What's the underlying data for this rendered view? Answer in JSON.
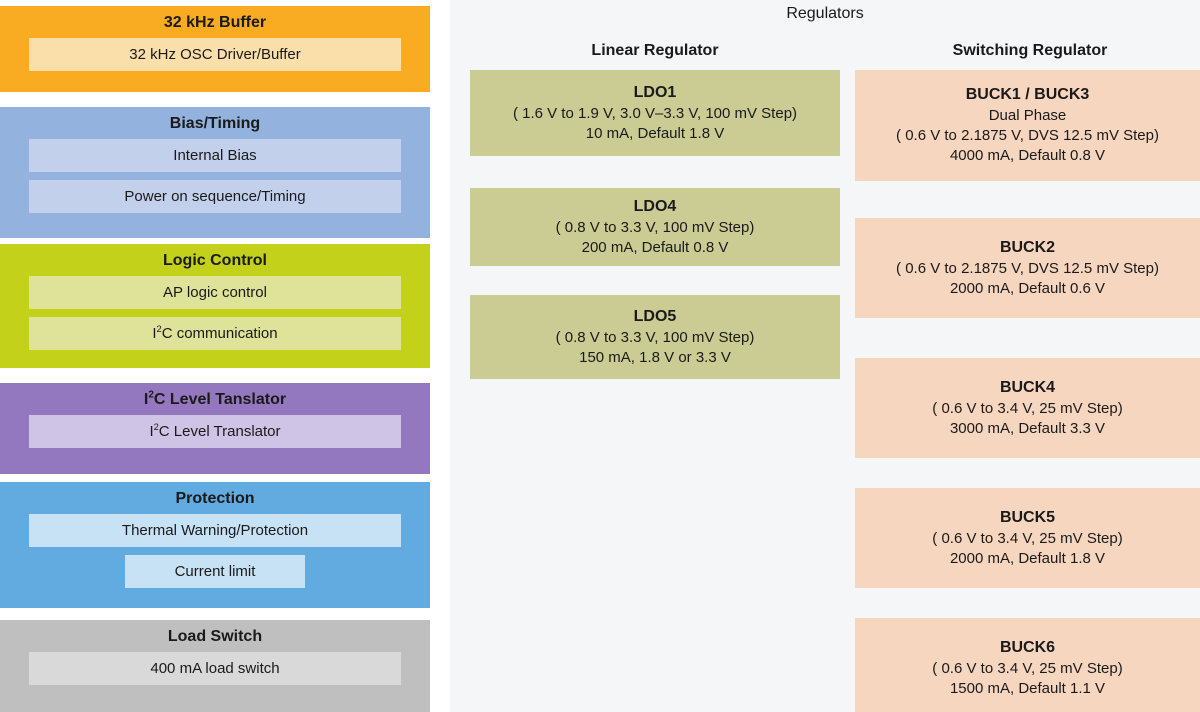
{
  "left_panel": {
    "blocks": [
      {
        "title": "32 kHz Buffer",
        "color": "#f9ac21",
        "items": [
          {
            "label": "32 kHz OSC Driver/Buffer",
            "color": "#fbdfab"
          }
        ]
      },
      {
        "title": "Bias/Timing",
        "color": "#93b2de",
        "items": [
          {
            "label": "Internal Bias",
            "color": "#c3d0ec"
          },
          {
            "label": "Power on sequence/Timing",
            "color": "#c3d0ec"
          }
        ]
      },
      {
        "title": "Logic Control",
        "color": "#c3d11b",
        "items": [
          {
            "label": "AP logic control",
            "color": "#dfe39a"
          },
          {
            "label": "I2C communication",
            "color": "#dfe39a"
          }
        ]
      },
      {
        "title": "I2C Level Tanslator",
        "color": "#9478bf",
        "items": [
          {
            "label": "I2C Level Translator",
            "color": "#cfc3e6"
          }
        ]
      },
      {
        "title": "Protection",
        "color": "#62abe0",
        "items": [
          {
            "label": "Thermal Warning/Protection",
            "color": "#c8e2f5"
          },
          {
            "label": "Current limit",
            "color": "#c8e2f5"
          }
        ]
      },
      {
        "title": "Load Switch",
        "color": "#bfbfbf",
        "items": [
          {
            "label": "400 mA load switch",
            "color": "#d9d9d9"
          }
        ]
      }
    ]
  },
  "right_panel": {
    "title": "Regulators",
    "background": "#f5f6f8",
    "columns": [
      {
        "heading": "Linear Regulator",
        "card_color": "#cbcc94",
        "cards": [
          {
            "name": "LDO1",
            "lines": [
              "( 1.6 V to 1.9 V, 3.0 V–3.3 V, 100 mV Step)",
              "10 mA, Default 1.8 V"
            ]
          },
          {
            "name": "LDO4",
            "lines": [
              "( 0.8 V to 3.3 V, 100 mV Step)",
              "200 mA, Default 0.8 V"
            ]
          },
          {
            "name": "LDO5",
            "lines": [
              "( 0.8 V to 3.3 V, 100 mV Step)",
              "150 mA, 1.8 V or 3.3 V"
            ]
          }
        ]
      },
      {
        "heading": "Switching Regulator",
        "card_color": "#f7d6c0",
        "cards": [
          {
            "name": "BUCK1 / BUCK3",
            "lines": [
              "Dual Phase",
              "( 0.6 V to 2.1875 V, DVS 12.5 mV Step)",
              "4000 mA, Default 0.8 V"
            ]
          },
          {
            "name": "BUCK2",
            "lines": [
              "( 0.6 V to 2.1875 V, DVS 12.5 mV Step)",
              "2000 mA, Default 0.6 V"
            ]
          },
          {
            "name": "BUCK4",
            "lines": [
              "( 0.6 V to 3.4 V, 25 mV Step)",
              "3000 mA, Default 3.3 V"
            ]
          },
          {
            "name": "BUCK5",
            "lines": [
              "( 0.6 V to 3.4 V, 25 mV Step)",
              "2000 mA, Default 1.8 V"
            ]
          },
          {
            "name": "BUCK6",
            "lines": [
              "( 0.6 V to 3.4 V, 25 mV Step)",
              "1500 mA, Default 1.1 V"
            ]
          }
        ]
      }
    ]
  }
}
